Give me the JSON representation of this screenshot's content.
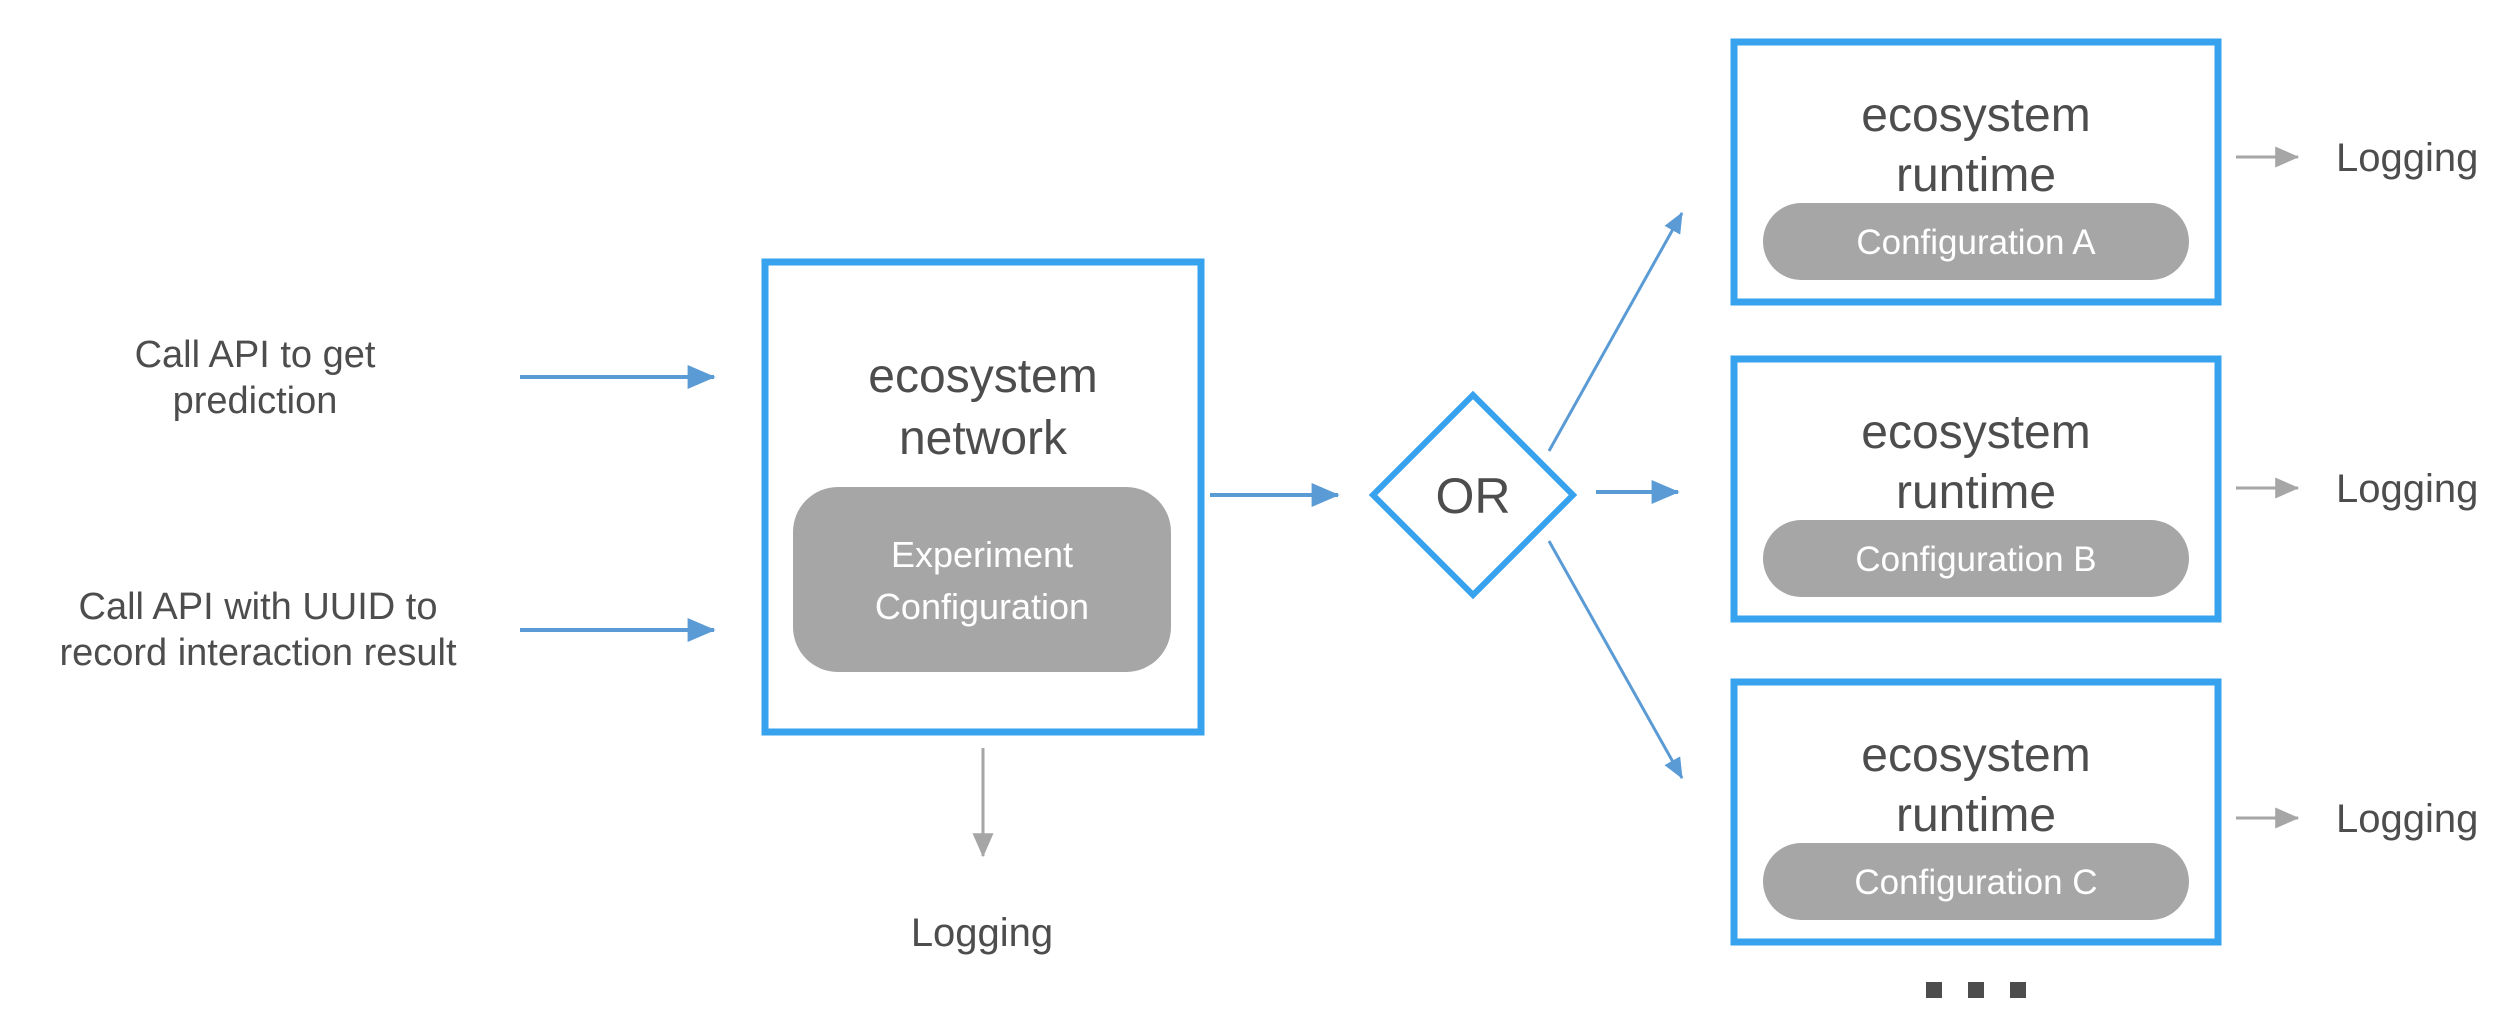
{
  "colors": {
    "accent_blue": "#37a2ee",
    "arrow_blue": "#5b9bd5",
    "gray_fill": "#a6a6a6",
    "gray_arrow": "#a6a6a6",
    "text_dark": "#4d4d4d",
    "pill_text": "#ffffff",
    "background": "#ffffff"
  },
  "inputs": {
    "prediction_label": {
      "line1": "Call API to get",
      "line2": "prediction"
    },
    "record_label": {
      "line1": "Call API with UUID to",
      "line2": "record interaction result"
    }
  },
  "network_box": {
    "title_line1": "ecosystem",
    "title_line2": "network",
    "badge_line1": "Experiment",
    "badge_line2": "Configuration",
    "logging_label": "Logging"
  },
  "decision": {
    "label": "OR"
  },
  "runtime_boxes": [
    {
      "title_line1": "ecosystem",
      "title_line2": "runtime",
      "badge": "Configuration A",
      "logging_label": "Logging"
    },
    {
      "title_line1": "ecosystem",
      "title_line2": "runtime",
      "badge": "Configuration B",
      "logging_label": "Logging"
    },
    {
      "title_line1": "ecosystem",
      "title_line2": "runtime",
      "badge": "Configuration C",
      "logging_label": "Logging"
    }
  ],
  "more_indicator": "..."
}
